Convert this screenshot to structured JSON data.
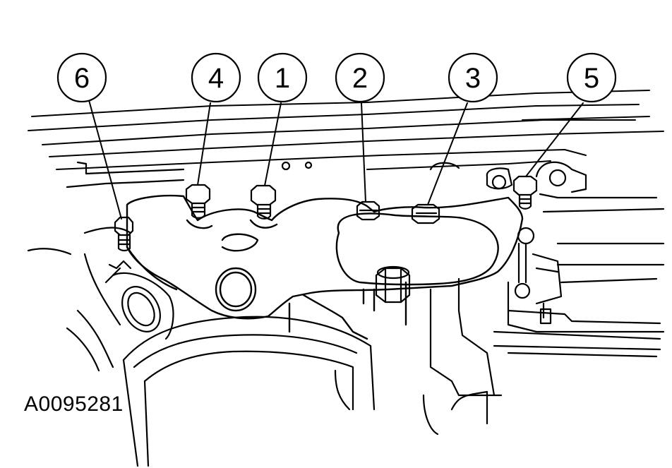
{
  "figure_id": "A0095281",
  "callouts": [
    {
      "label": "6",
      "part": "bolt"
    },
    {
      "label": "4",
      "part": "bolt"
    },
    {
      "label": "1",
      "part": "bolt"
    },
    {
      "label": "2",
      "part": "bolt"
    },
    {
      "label": "3",
      "part": "bolt"
    },
    {
      "label": "5",
      "part": "bolt"
    }
  ],
  "colors": {
    "ink": "#000000",
    "paper": "#ffffff"
  }
}
